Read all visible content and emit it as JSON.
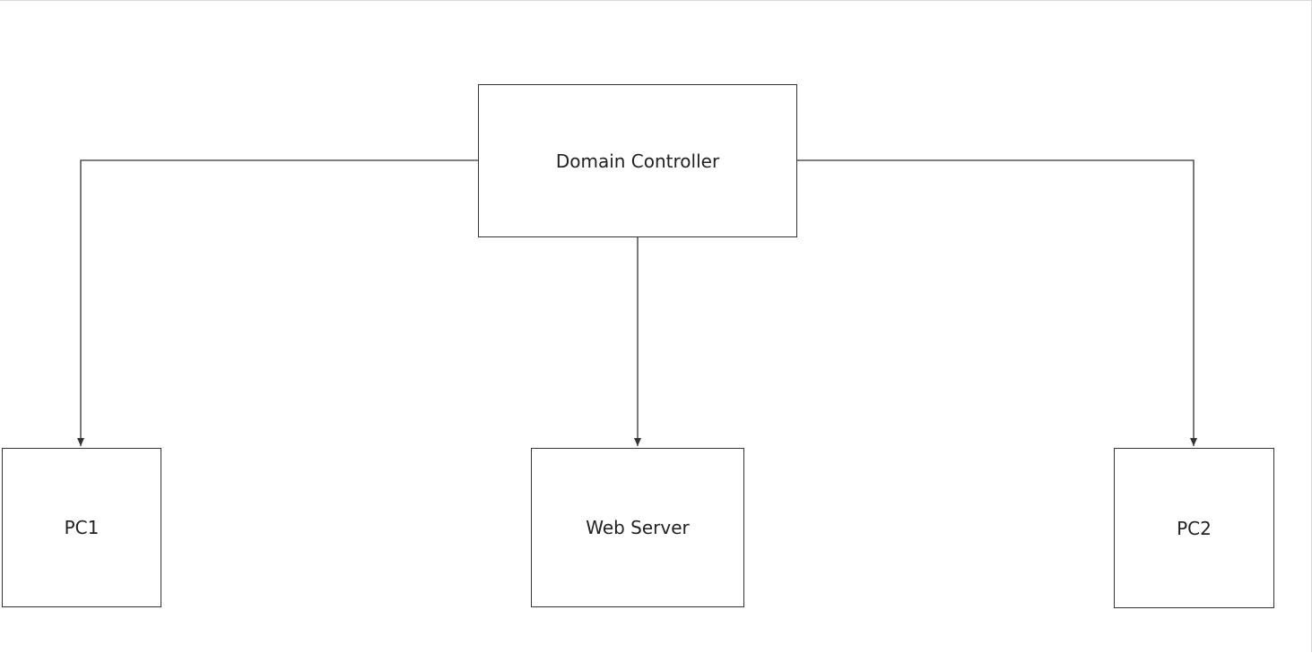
{
  "diagram": {
    "nodes": {
      "domain_controller": {
        "label": "Domain Controller"
      },
      "pc1": {
        "label": "PC1"
      },
      "web_server": {
        "label": "Web Server"
      },
      "pc2": {
        "label": "PC2"
      }
    },
    "edges": [
      {
        "from": "Domain Controller",
        "to": "PC1"
      },
      {
        "from": "Domain Controller",
        "to": "Web Server"
      },
      {
        "from": "Domain Controller",
        "to": "PC2"
      }
    ],
    "colors": {
      "stroke": "#333333",
      "text": "#222222",
      "background": "#ffffff"
    }
  }
}
